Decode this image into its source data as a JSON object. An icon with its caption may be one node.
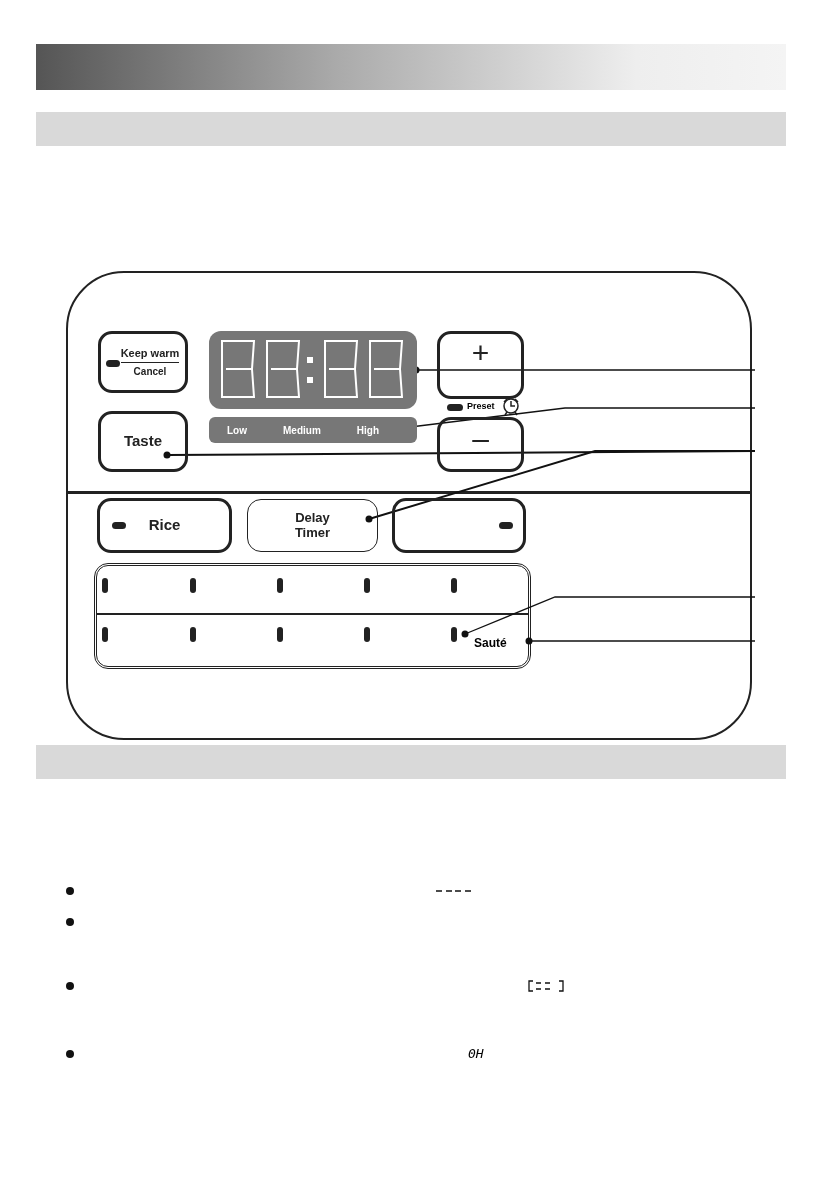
{
  "diagram": {
    "nodes": [
      {
        "text": [],
        "shape": "bar"
      },
      {
        "text": [
          "Keep warm",
          "Cancel"
        ]
      },
      {
        "text": [],
        "shape": "box"
      },
      {
        "text": [
          "+"
        ]
      },
      {
        "text": [
          "Low",
          "Medium",
          "High"
        ]
      },
      {
        "text": [
          "–"
        ]
      },
      {
        "text": [
          "Taste"
        ]
      },
      {
        "text": [
          "Rice"
        ]
      },
      {
        "text": [
          "Delay Timer"
        ]
      },
      {
        "text": [],
        "shape": "box"
      },
      {
        "text": [],
        "shape": "bar"
      },
      {
        "text": [
          "Sauté"
        ]
      },
      {
        "text": [],
        "shape": "bar"
      }
    ],
    "edges": [
      {
        "from": 2,
        "to": null,
        "arrow": "other"
      },
      {
        "from": 4,
        "to": null,
        "arrow": "other"
      },
      {
        "from": 6,
        "to": null,
        "arrow": "other"
      },
      {
        "from": 8,
        "to": null,
        "arrow": "other"
      },
      {
        "from": 10,
        "to": null,
        "arrow": "other"
      },
      {
        "from": 11,
        "to": null,
        "arrow": "other"
      }
    ],
    "labels": [
      "Preset",
      "0H"
    ]
  }
}
